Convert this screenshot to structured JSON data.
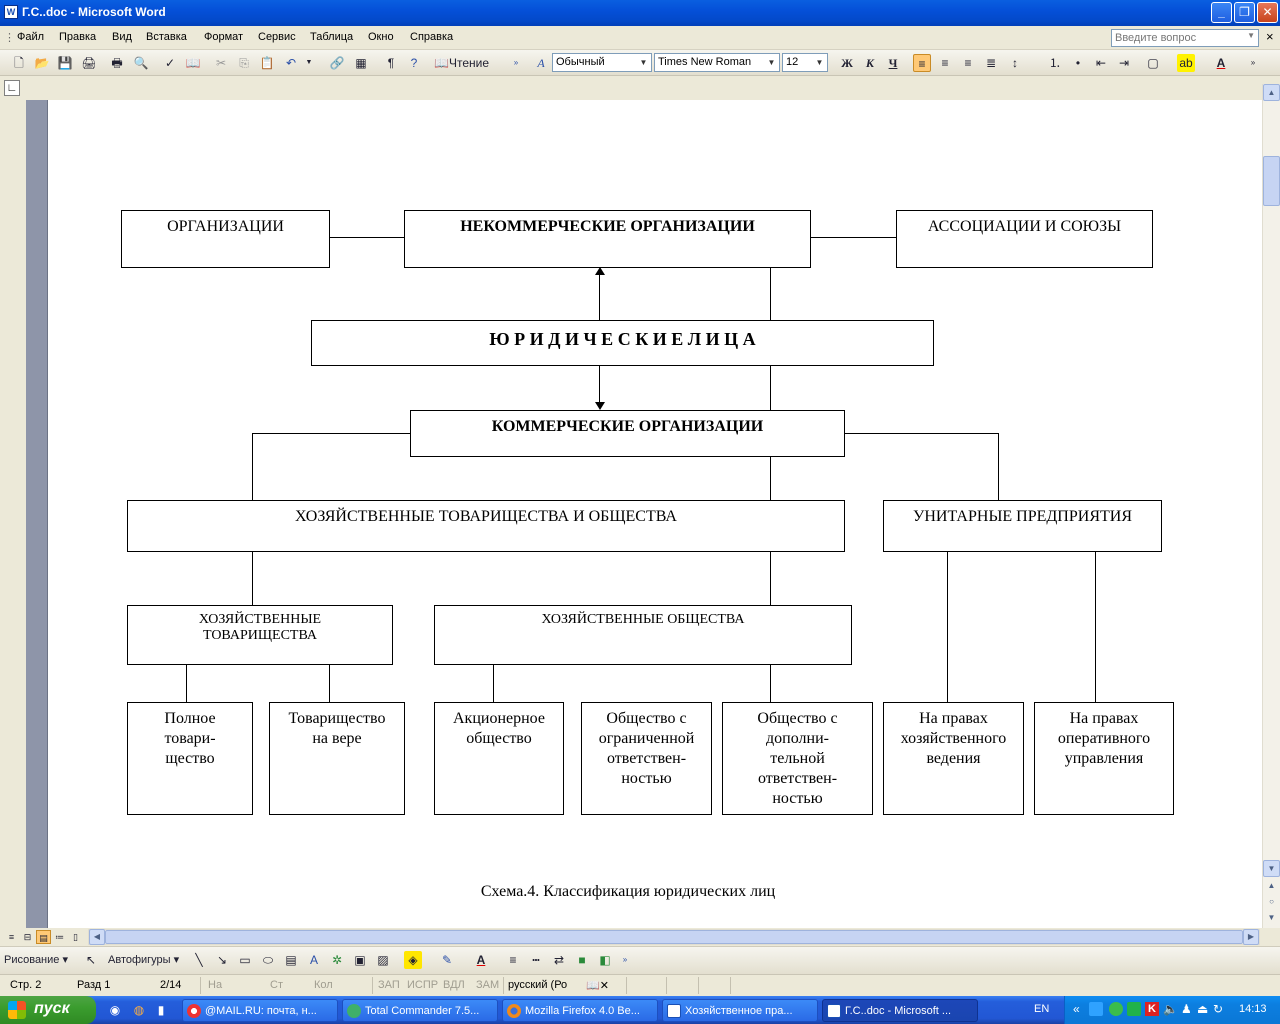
{
  "window": {
    "title": "Г.С..doc - Microsoft Word",
    "app_icon": "W"
  },
  "menu": {
    "items": [
      "Файл",
      "Правка",
      "Вид",
      "Вставка",
      "Формат",
      "Сервис",
      "Таблица",
      "Окно",
      "Справка"
    ],
    "help_placeholder": "Введите вопрос"
  },
  "toolbar": {
    "reading_label": "Чтение",
    "style_value": "Обычный",
    "font_value": "Times New Roman",
    "size_value": "12",
    "bold_label": "Ж",
    "italic_label": "К",
    "underline_label": "Ч",
    "pilcrow": "¶",
    "help_glyph": "?"
  },
  "diagram": {
    "organizations": "ОРГАНИЗАЦИИ",
    "noncommercial": "НЕКОММЕРЧЕСКИЕ ОРГАНИЗАЦИИ",
    "associations": "АССОЦИАЦИИ И СОЮЗЫ",
    "legal_entities": "Ю Р И Д И Ч Е С К И Е   Л И Ц А",
    "commercial": "КОММЕРЧЕСКИЕ ОРГАНИЗАЦИИ",
    "business_partnerships_and_companies": "ХОЗЯЙСТВЕННЫЕ ТОВАРИЩЕСТВА И ОБЩЕСТВА",
    "unitary_enterprises": "УНИТАРНЫЕ ПРЕДПРИЯТИЯ",
    "business_partnerships": "ХОЗЯЙСТВЕННЫЕ ТОВАРИЩЕСТВА",
    "business_companies": "ХОЗЯЙСТВЕННЫЕ ОБЩЕСТВА",
    "leaves": [
      "Полное товари-щество",
      "Товарищество на вере",
      "Акционерное общество",
      "Общество с ограниченной ответствен-ностью",
      "Общество с дополни-тельной ответствен-ностью",
      "На правах хозяйственного ведения",
      "На правах оперативного управления"
    ],
    "caption": "Схема.4. Классификация юридических лиц"
  },
  "drawbar": {
    "drawing_label": "Рисование",
    "autoshapes_label": "Автофигуры"
  },
  "status": {
    "page": "Стр. 2",
    "section": "Разд 1",
    "pages": "2/14",
    "at": "На",
    "line": "Ст",
    "col": "Кол",
    "rec": "ЗАП",
    "trk": "ИСПР",
    "ext": "ВДЛ",
    "ovr": "ЗАМ",
    "language": "русский (Ро"
  },
  "taskbar": {
    "start_label": "пуск",
    "tasks": [
      "@MAIL.RU: почта, н...",
      "Total Commander 7.5...",
      "Mozilla Firefox 4.0 Be...",
      "Хозяйственное  пра...",
      "Г.С..doc - Microsoft ..."
    ],
    "lang": "EN",
    "clock": "14:13"
  },
  "colors": {
    "titlebar": "#0550d8",
    "taskbar": "#245edb",
    "start": "#3b9d2f",
    "chrome": "#ece9d8"
  }
}
